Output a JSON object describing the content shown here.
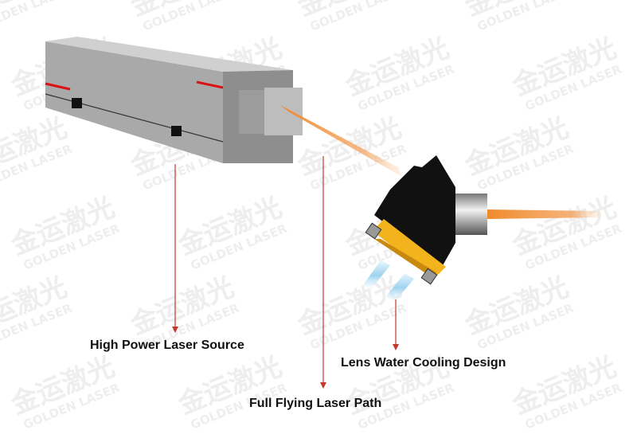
{
  "watermark": {
    "brand_text": "GOLDEN LASER",
    "brand_cn": "金运激光"
  },
  "labels": {
    "laser_source": "High Power Laser Source",
    "lens_cooling": "Lens Water Cooling Design",
    "flying_path": "Full Flying Laser Path"
  },
  "colors": {
    "laser_beam": "#f08a2c",
    "pointer_line": "#c0392b",
    "housing_gray": "#a9a9a9",
    "head_black": "#111111",
    "mount_yellow": "#f2b31c",
    "coolant_blue": "#9ed3f0"
  }
}
